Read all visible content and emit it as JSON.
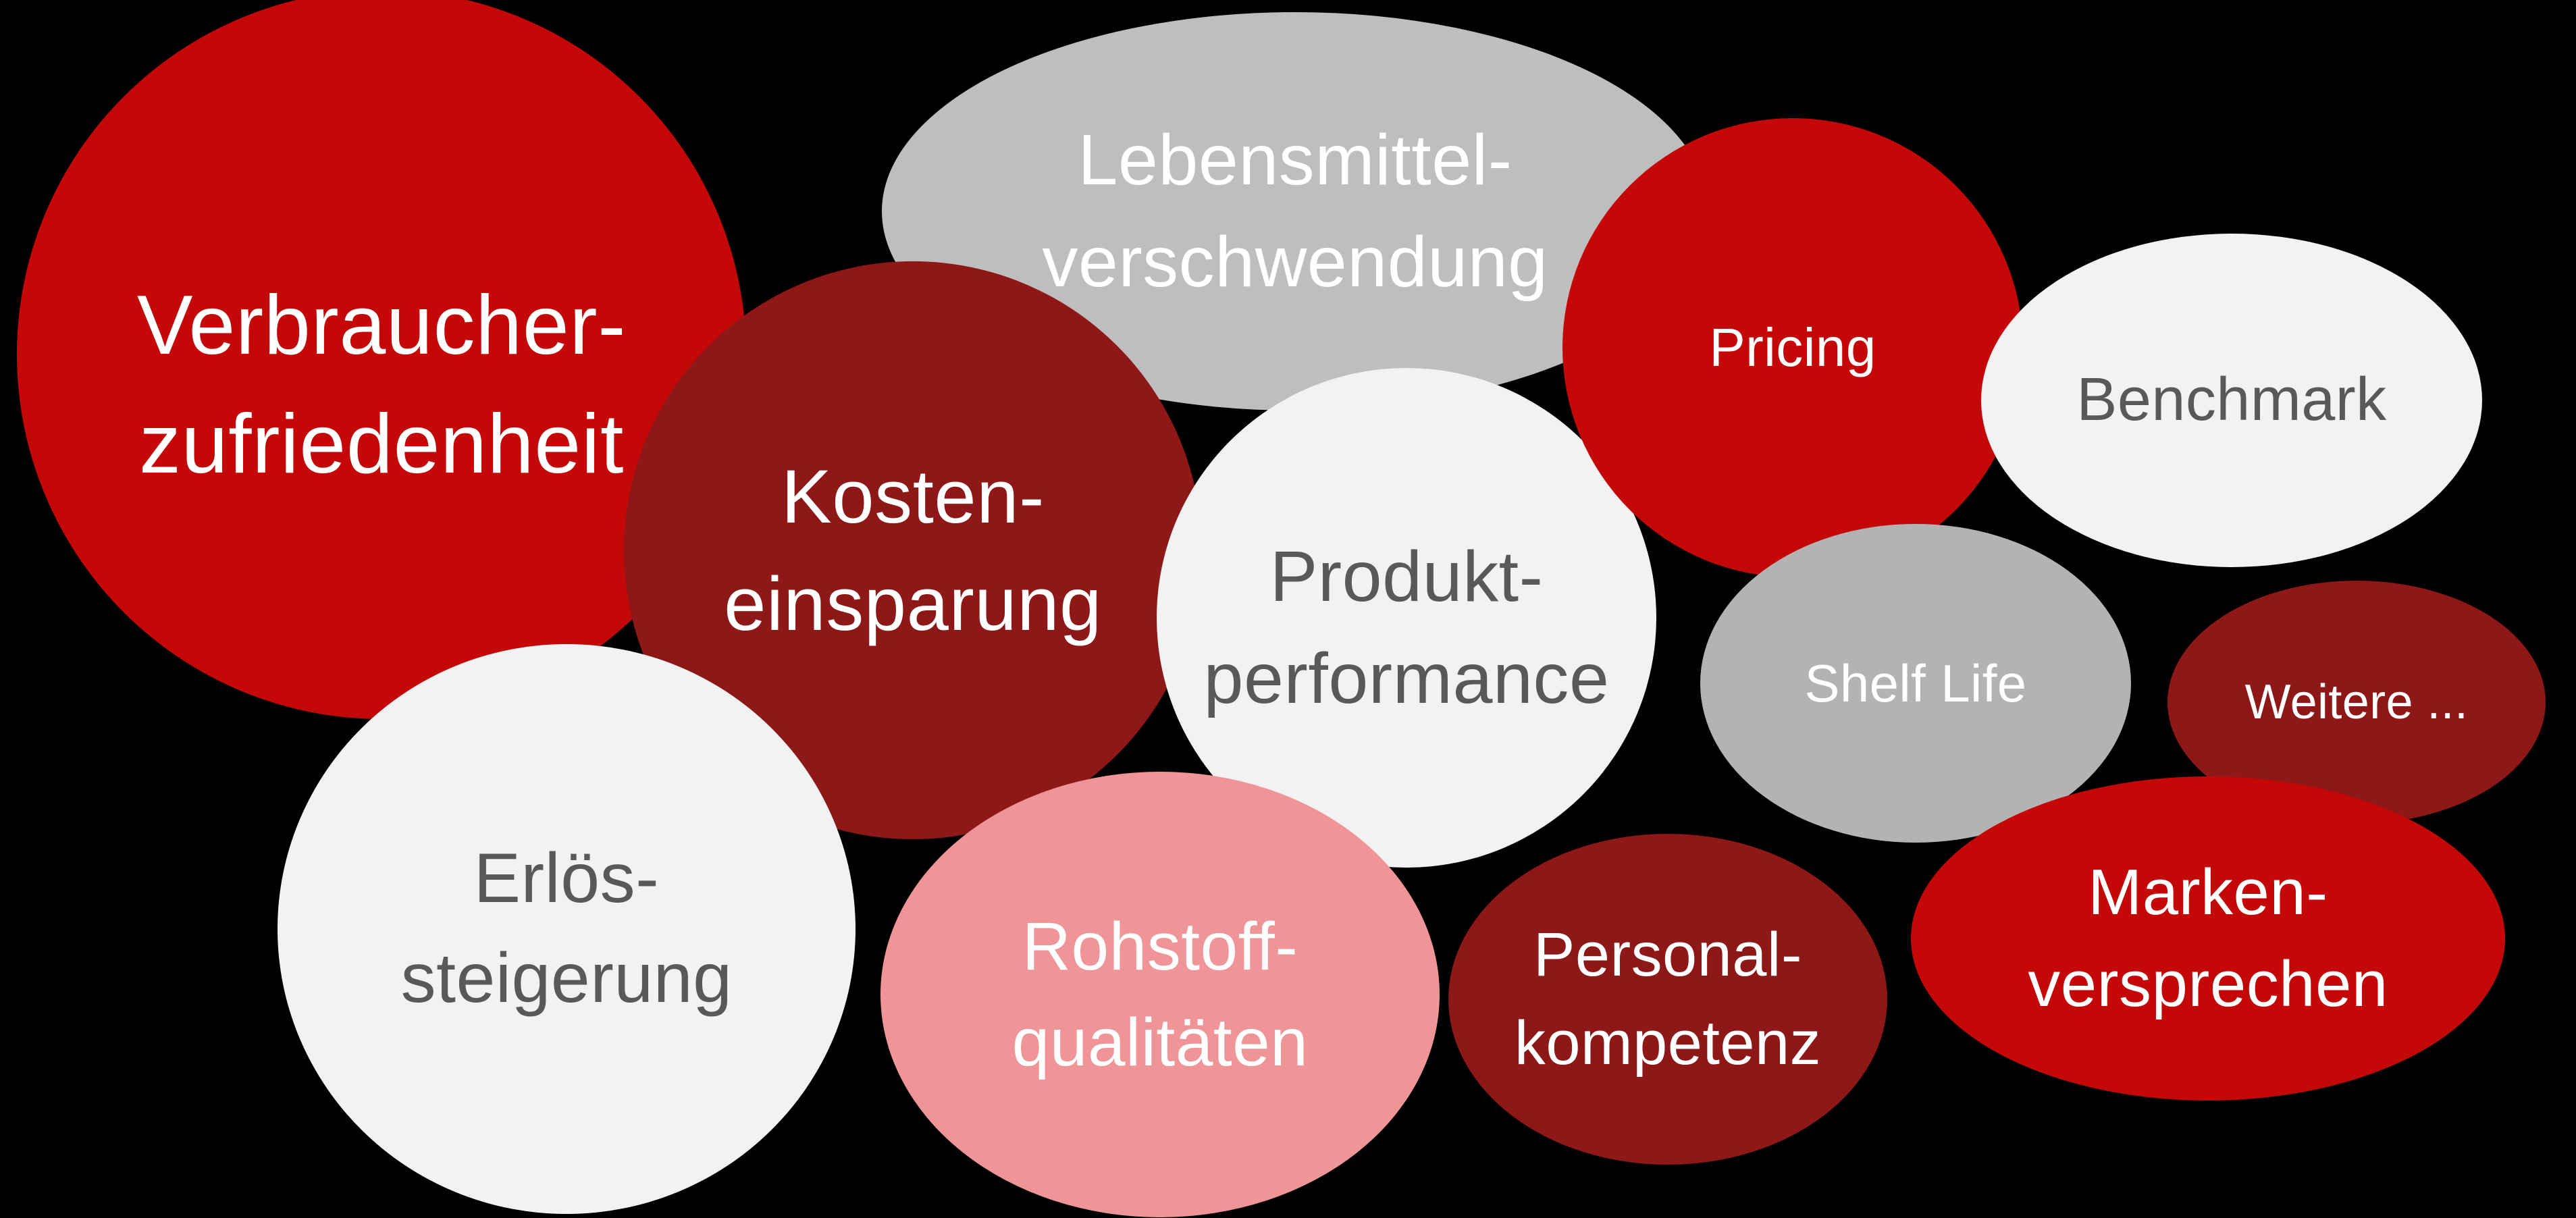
{
  "diagram": {
    "title": "Themen-Bubble-Diagramm",
    "background_color": "#000000",
    "palette": {
      "bright_red": "#C40808",
      "dark_red": "#8E1717",
      "pink": "#EF9598",
      "medium_gray": "#B9B9B9",
      "light_gray": "#F2F2F2",
      "text_white": "#FFFFFF",
      "text_dark_gray": "#595959"
    },
    "bubbles": [
      {
        "id": "verbraucher-zufriedenheit",
        "label": "Verbraucher-\nzufriedenheit",
        "fill": "#C40808",
        "text_color": "#FFFFFF",
        "size": "extra-large"
      },
      {
        "id": "lebensmittel-verschwendung",
        "label": "Lebensmittel-\nverschwendung",
        "fill": "#BEBEBE",
        "text_color": "#FFFFFF",
        "size": "large"
      },
      {
        "id": "kosten-einsparung",
        "label": "Kosten-\neinsparung",
        "fill": "#8E1717",
        "text_color": "#FFFFFF",
        "size": "large"
      },
      {
        "id": "produkt-performance",
        "label": "Produkt-\nperformance",
        "fill": "#F2F2F2",
        "text_color": "#595959",
        "size": "large"
      },
      {
        "id": "pricing",
        "label": "Pricing",
        "fill": "#C40808",
        "text_color": "#FFFFFF",
        "size": "medium"
      },
      {
        "id": "benchmark",
        "label": "Benchmark",
        "fill": "#F2F2F2",
        "text_color": "#595959",
        "size": "medium"
      },
      {
        "id": "shelf-life",
        "label": "Shelf Life",
        "fill": "#B3B3B3",
        "text_color": "#FFFFFF",
        "size": "medium"
      },
      {
        "id": "weitere",
        "label": "Weitere ...",
        "fill": "#8E1717",
        "text_color": "#FFFFFF",
        "size": "small"
      },
      {
        "id": "erloes-steigerung",
        "label": "Erlös-\nsteigerung",
        "fill": "#F2F2F2",
        "text_color": "#595959",
        "size": "large"
      },
      {
        "id": "rohstoff-qualitaeten",
        "label": "Rohstoff-\nqualitäten",
        "fill": "#EF9598",
        "text_color": "#FFFFFF",
        "size": "large"
      },
      {
        "id": "personal-kompetenz",
        "label": "Personal-\nkompetenz",
        "fill": "#8E1717",
        "text_color": "#FFFFFF",
        "size": "medium"
      },
      {
        "id": "marken-versprechen",
        "label": "Marken-\nversprechen",
        "fill": "#C40808",
        "text_color": "#FFFFFF",
        "size": "medium"
      }
    ]
  }
}
